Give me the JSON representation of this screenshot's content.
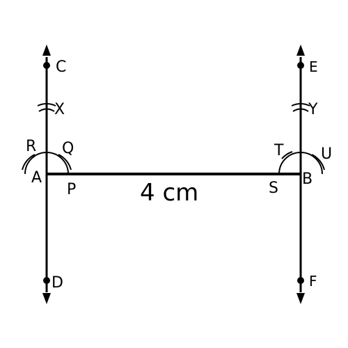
{
  "diagram": {
    "stroke_color": "#000000",
    "background_color": "#ffffff",
    "segment_length_label": "4 cm",
    "points": {
      "A": "A",
      "B": "B",
      "C": "C",
      "D": "D",
      "E": "E",
      "F": "F",
      "P": "P",
      "Q": "Q",
      "R": "R",
      "S": "S",
      "T": "T",
      "U": "U",
      "X": "X",
      "Y": "Y"
    }
  }
}
